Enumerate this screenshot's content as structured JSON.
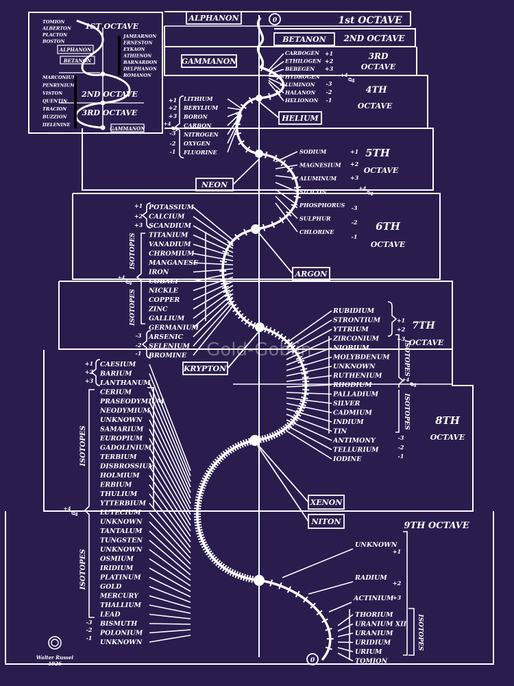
{
  "octave_titles": {
    "o1": "1st OCTAVE",
    "o2": "2ND OCTAVE",
    "o3a": "3RD",
    "o3b": "OCTAVE",
    "o4a": "4TH",
    "o4b": "OCTAVE",
    "o5a": "5TH",
    "o5b": "OCTAVE",
    "o6a": "6TH",
    "o6b": "OCTAVE",
    "o7a": "7TH",
    "o7b": "OCTAVE",
    "o8a": "8TH",
    "o8b": "OCTAVE",
    "o9": "9TH OCTAVE"
  },
  "boxed_labels": {
    "alphanon": "ALPHANON",
    "betanon": "BETANON",
    "gammanon": "GAMMANON",
    "helium": "HELIUM",
    "neon": "NEON",
    "argon": "ARGON",
    "krypton": "KRYPTON",
    "xenon": "XENON",
    "niton": "NITON"
  },
  "isotopes_word": "ISOTOPES",
  "inset": {
    "names_top": [
      "TOMION",
      "ALBERTON",
      "PLACTON",
      "BOSTON"
    ],
    "octave1": "1ST OCTAVE",
    "names_right": [
      "JAMEARNON",
      "ERNESTON",
      "EYKAON",
      "ATHIENON",
      "BARNARDON",
      "DELPHANON",
      "ROMANON"
    ],
    "alphanon": "ALPHANON",
    "betanon": "BETANON",
    "names_left": [
      "MARCONIUM",
      "PENRYNIUM",
      "VISTON",
      "QUENTIN",
      "TRACION",
      "BUZZION",
      "IIELENINE"
    ],
    "octave2": "2ND OCTAVE",
    "octave3": "3RD OCTAVE",
    "gammanon": "GAMMANON"
  },
  "octave3_elements": [
    "CARBOGEN",
    "ETHILOGEN",
    "BEBEGEN",
    "HYDROGEN",
    "LUMINON",
    "HALANON",
    "HELIONON"
  ],
  "octave3_signs": [
    "+1",
    "+2",
    "+3",
    "-3",
    "-2",
    "-1"
  ],
  "octave4_elements": [
    "LITHIUM",
    "BERYLIUM",
    "BORON",
    "CARBON",
    "NITROGEN",
    "OXYGEN",
    "FLUORINE"
  ],
  "octave4_signs": [
    "+1",
    "+2",
    "+3",
    "-3",
    "-2",
    "-1"
  ],
  "octave5_elements": [
    "SODIUM",
    "MAGNESIUM",
    "ALUMINUM",
    "SILICON",
    "PHOSPHORUS",
    "SULPHUR",
    "CHLORINE"
  ],
  "octave5_signs": [
    "+1",
    "+2",
    "+3",
    "-3",
    "-2",
    "-1"
  ],
  "octave6_elements": [
    "POTASSIUM",
    "CALCIUM",
    "SCANDIUM",
    "TITANIUM",
    "VANADIUM",
    "CHROMIUM",
    "MANGANESE",
    "IRON",
    "COBALT",
    "NICKLE",
    "COPPER",
    "ZINC",
    "GALLIUM",
    "GERMANIUM",
    "ARSENIC",
    "SELENIUM",
    "BROMINE"
  ],
  "octave6_signs": [
    "+1",
    "+2",
    "+3",
    "-3",
    "-2",
    "-1"
  ],
  "octave7_elements": [
    "RUBIDIUM",
    "STRONTIUM",
    "YTTRIUM",
    "ZIRCONIUM",
    "NIOBIUM",
    "MOLYBDENUM",
    "UNKNOWN",
    "RUTHENIUM",
    "RHODIUM",
    "PALLADIUM",
    "SILVER",
    "CADMIUM",
    "INDIUM",
    "TIN",
    "ANTIMONY",
    "TELLURIUM",
    "IODINE"
  ],
  "octave7_signs": [
    "+1",
    "+2",
    "+3",
    "-3",
    "-2",
    "-1"
  ],
  "octave8_elements": [
    "CAESIUM",
    "BARIUM",
    "LANTHANUM",
    "CERIUM",
    "PRASEODYMIUM",
    "NEODYMIUM",
    "UNKNOWN",
    "SAMARIUM",
    "EUROPIUM",
    "GADOLINIUM",
    "TERBIUM",
    "DISBROSSIUM",
    "HOLMIUM",
    "ERBIUM",
    "THULIUM",
    "YTTERBIUM",
    "LUTECIUM",
    "UNKNOWN",
    "TANTALUM",
    "TUNGSTEN",
    "UNKNOWN",
    "OSMIUM",
    "IRIDIUM",
    "PLATINUM",
    "GOLD",
    "MERCURY",
    "THALLIUM",
    "LEAD",
    "BISMUTH",
    "POLONIUM",
    "UNKNOWN"
  ],
  "octave8_signs": [
    "+1",
    "+2",
    "+3",
    "-3",
    "-2",
    "-1"
  ],
  "octave9_elements": [
    "UNKNOWN",
    "RADIUM",
    "ACTINIUM",
    "THORIUM",
    "URANIUM XII",
    "URANIUM",
    "URIDIUM",
    "URIUM",
    "TOMION"
  ],
  "octave9_signs": [
    "+1",
    "+2",
    "+3"
  ],
  "balance_marks": [
    "+4",
    "0",
    "-4"
  ],
  "signature": {
    "name": "Walter Russel",
    "year": "1926"
  },
  "watermark": "Gold-Goblin",
  "colors": {
    "background": "#2a1d4e",
    "ink": "#ffffff"
  }
}
